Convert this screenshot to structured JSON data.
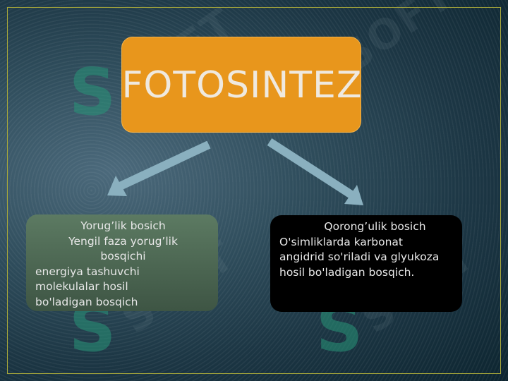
{
  "title": "FOTOSINTEZ",
  "left_box": {
    "heading": "Yorug’lik bosich",
    "subheading": "Yengil faza yorug’lik bosqichi",
    "body": "energiya tashuvchi molekulalar hosil bo'ladigan bosqich"
  },
  "right_box": {
    "heading": "Qorong’ulik bosich",
    "body": "O'simliklarda karbonat angidrid so'riladi va glyukoza hosil bo'ladigan bosqich."
  },
  "watermark": {
    "glyph": "S",
    "word": "SOFT"
  },
  "colors": {
    "title_fill": "#e8961c",
    "left_box_fill": "#4f6b55",
    "right_box_fill": "#000000",
    "arrow": "#8ab0bf",
    "frame": "#a9a93a"
  }
}
